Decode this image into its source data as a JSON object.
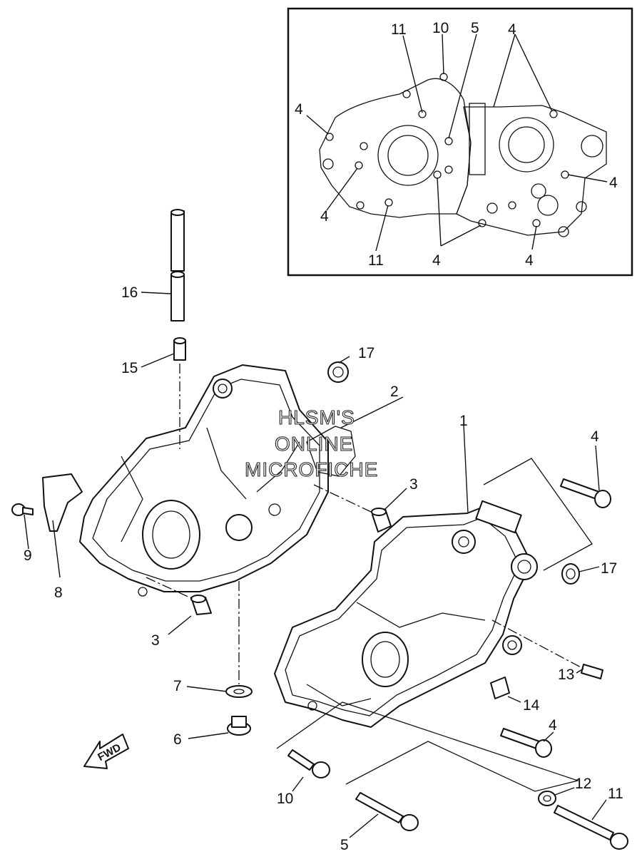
{
  "inset": {
    "callouts": [
      "11",
      "10",
      "5",
      "4",
      "4",
      "4",
      "4",
      "11",
      "4",
      "4"
    ]
  },
  "callouts": {
    "p1": "1",
    "p2": "2",
    "p3a": "3",
    "p3b": "3",
    "p4a": "4",
    "p4b": "4",
    "p5": "5",
    "p6": "6",
    "p7": "7",
    "p8": "8",
    "p9": "9",
    "p10": "10",
    "p11": "11",
    "p12": "12",
    "p13": "13",
    "p14": "14",
    "p15": "15",
    "p16": "16",
    "p17a": "17",
    "p17b": "17"
  },
  "watermark": [
    "HLSM'S",
    "ONLINE",
    "MICROFICHE"
  ],
  "fwd_arrow": "FWD"
}
